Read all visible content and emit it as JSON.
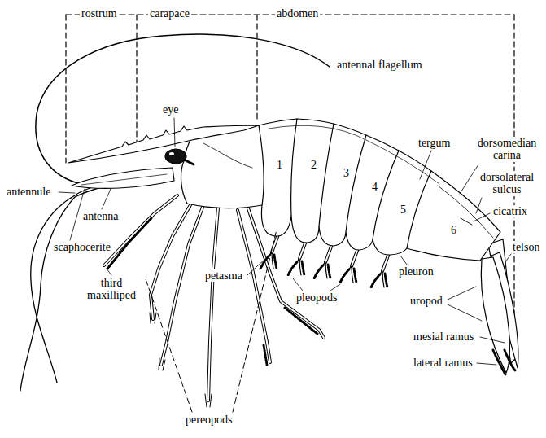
{
  "diagram": {
    "labels": [
      "rostrum",
      "carapace",
      "abdomen",
      "antennal flagellum",
      "eye",
      "antennule",
      "antenna",
      "scaphocerite",
      "third maxilliped",
      "tergum",
      "dorsomedian carina",
      "dorsolateral sulcus",
      "cicatrix",
      "telson",
      "uropod",
      "mesial ramus",
      "lateral ramus",
      "petasma",
      "pleopods",
      "pleuron",
      "pereopods",
      "1",
      "2",
      "3",
      "4",
      "5",
      "6"
    ]
  }
}
